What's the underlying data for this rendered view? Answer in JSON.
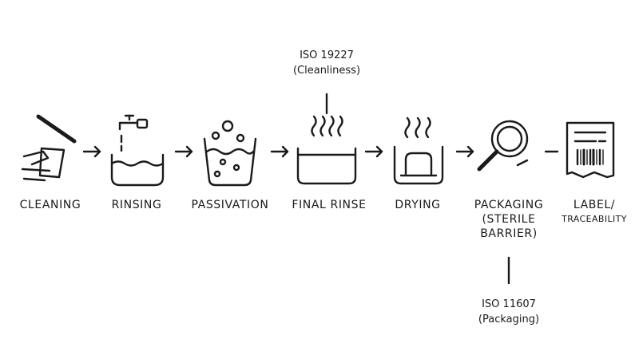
{
  "steps": [
    {
      "label": "CLEANING",
      "icon": "cleaning-icon"
    },
    {
      "label": "RINSING",
      "icon": "faucet-basin-icon"
    },
    {
      "label": "PASSIVATION",
      "icon": "bubbling-basin-icon"
    },
    {
      "label": "FINAL RINSE",
      "icon": "steaming-tray-icon"
    },
    {
      "label": "DRYING",
      "icon": "drying-tray-icon"
    },
    {
      "label_lines": [
        "PACKAGING",
        "(STERILE",
        "BARRIER)"
      ],
      "icon": "magnifier-icon"
    },
    {
      "label_lines": [
        "LABEL/",
        "TRACEABILITY"
      ],
      "icon": "barcode-label-icon"
    }
  ],
  "annotations": {
    "top": {
      "line1": "ISO 19227",
      "line2": "(Cleanliness)"
    },
    "bottom": {
      "line1": "ISO 11607",
      "line2": "(Packaging)"
    }
  },
  "colors": {
    "ink": "#1a1a1a",
    "background": "#ffffff"
  }
}
